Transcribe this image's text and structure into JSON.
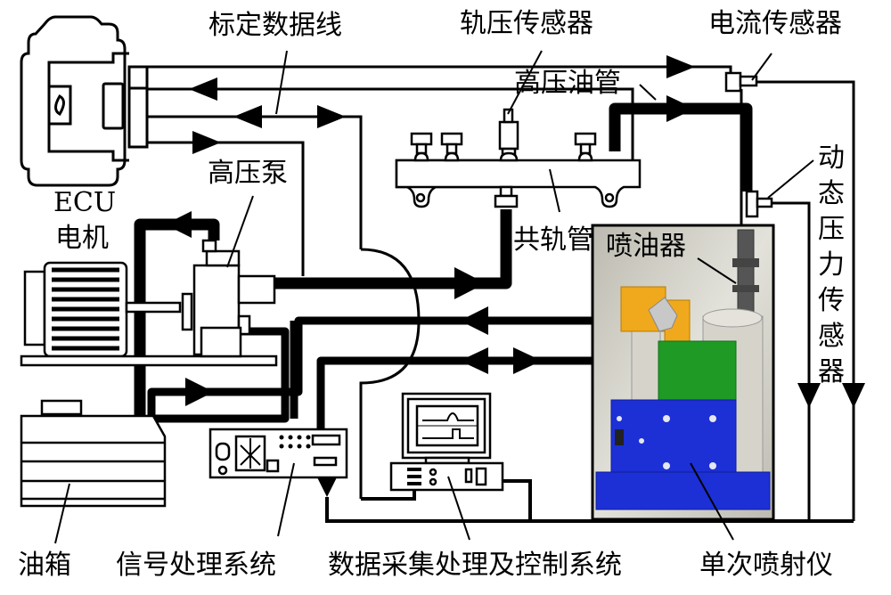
{
  "diagram": {
    "title": "单次喷射仪试验系统示意图",
    "labels": {
      "calibration_data_line": "标定数据线",
      "rail_pressure_sensor": "轨压传感器",
      "current_sensor": "电流传感器",
      "high_pressure_pipe": "高压油管",
      "ecu": "ECU",
      "motor": "电机",
      "high_pressure_pump": "高压泵",
      "common_rail": "共轨管",
      "injector": "喷油器",
      "dynamic_pressure_sensor": "动态压力传感器",
      "fuel_tank": "油箱",
      "signal_processing_system": "信号处理系统",
      "daq_control_system": "数据采集处理及控制系统",
      "single_injection_meter": "单次喷射仪"
    },
    "colors": {
      "line": "#000000",
      "enclosure_bg": "#c9c7bb",
      "bracket_orange": "#f0a91c",
      "block_green": "#1f9a25",
      "base_blue": "#1c30d6",
      "pillar_gray": "#d8d6cc",
      "injector_dark": "#505050"
    }
  }
}
